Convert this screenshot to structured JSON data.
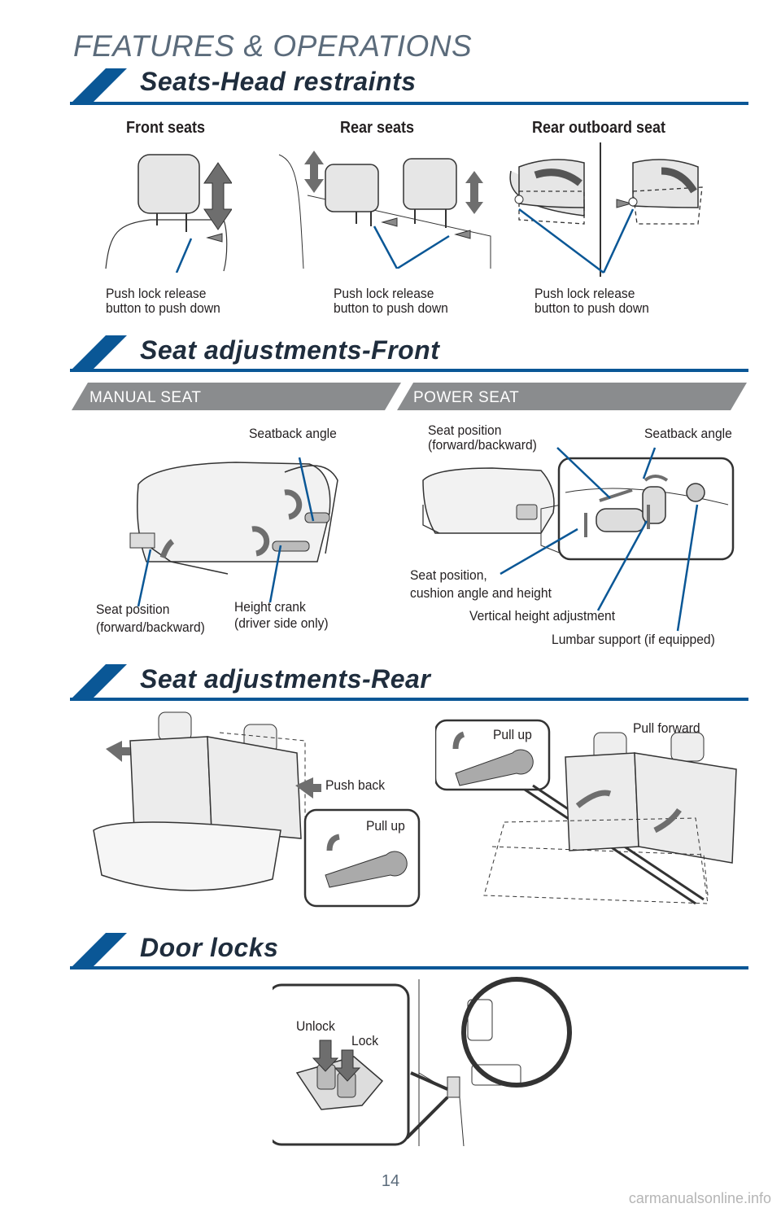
{
  "header": {
    "title": "FEATURES & OPERATIONS"
  },
  "sections": {
    "head_restraints": {
      "title": "Seats-Head restraints",
      "columns": [
        "Front seats",
        "Rear seats",
        "Rear outboard seat"
      ],
      "captions": [
        "Push lock release\nbutton to push down",
        "Push lock release\nbutton to push down",
        "Push lock release\nbutton to push down"
      ]
    },
    "front": {
      "title": "Seat adjustments-Front",
      "tabs": [
        "MANUAL SEAT",
        "POWER SEAT"
      ],
      "manual": {
        "seatback_angle": "Seatback angle",
        "seat_position": "Seat position\n(forward/backward)",
        "height_crank": "Height crank\n(driver side only)"
      },
      "power": {
        "seat_position": "Seat position\n(forward/backward)",
        "seatback_angle": "Seatback angle",
        "cushion": "Seat position,\ncushion angle and height",
        "vertical": "Vertical height adjustment",
        "lumbar": "Lumbar support (if equipped)"
      }
    },
    "rear": {
      "title": "Seat adjustments-Rear",
      "push_back": "Push back",
      "pull_up_left": "Pull up",
      "pull_up_right": "Pull up",
      "pull_forward": "Pull forward"
    },
    "door_locks": {
      "title": "Door locks",
      "unlock": "Unlock",
      "lock": "Lock"
    }
  },
  "footer": {
    "page_number": "14",
    "watermark": "carmanualsonline.info"
  },
  "colors": {
    "brand_blue": "#0a5796",
    "tab_gray": "#8a8c8e",
    "title_gray": "#5b6b7b"
  }
}
